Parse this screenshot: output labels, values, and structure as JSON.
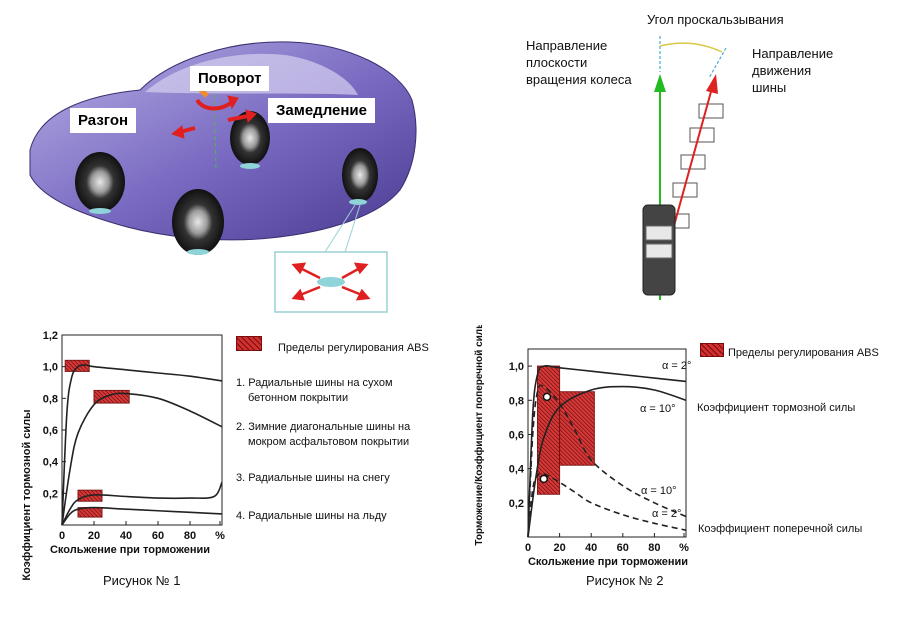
{
  "car": {
    "label_turn": "Поворот",
    "label_accel": "Разгон",
    "label_decel": "Замедление",
    "body_color": "#6a5ca8",
    "force_color": "#e02020",
    "patch_color": "#8fd4d8"
  },
  "slip": {
    "title": "Угол проскальзывания",
    "wheel_plane": [
      "Направление",
      "плоскости",
      "вращения колеса"
    ],
    "tire_direction": [
      "Направление",
      "движения",
      "шины"
    ],
    "wheel_axis_color": "#22bb22",
    "motion_color": "#dd2222",
    "angle_arc_color": "#d8c846"
  },
  "figure1": {
    "caption": "Рисунок № 1",
    "legend_abs": "Пределы регулирования ABS",
    "legend_items": [
      "1. Радиальные шины на сухом",
      "бетонном покрытии",
      "2. Зимние диагональные шины на",
      "мокром асфальтовом покрытии",
      "3. Радиальные шины на снегу",
      "4. Радиальные шины на льду"
    ],
    "chart_data": {
      "type": "line",
      "ylabel": "Коэффициент тормозной силы",
      "xlabel": "Скольжение при торможении",
      "x_ticks": [
        "0",
        "20",
        "40",
        "60",
        "80",
        "%"
      ],
      "y_ticks": [
        "0,2",
        "0,4",
        "0,6",
        "0,8",
        "1,0",
        "1,2"
      ],
      "xlim": [
        0,
        100
      ],
      "ylim": [
        0,
        1.2
      ],
      "series": [
        {
          "x": [
            0,
            3,
            6,
            10,
            15,
            20,
            40,
            60,
            80,
            100
          ],
          "y": [
            0,
            0.7,
            0.93,
            1.0,
            1.01,
            1.0,
            0.98,
            0.96,
            0.94,
            0.91
          ]
        },
        {
          "x": [
            0,
            5,
            10,
            20,
            30,
            40,
            60,
            80,
            100
          ],
          "y": [
            0,
            0.35,
            0.58,
            0.76,
            0.82,
            0.83,
            0.8,
            0.72,
            0.62
          ]
        },
        {
          "x": [
            0,
            5,
            10,
            20,
            40,
            60,
            80,
            95,
            100
          ],
          "y": [
            0,
            0.1,
            0.16,
            0.19,
            0.18,
            0.17,
            0.17,
            0.18,
            0.27
          ]
        },
        {
          "x": [
            0,
            5,
            10,
            20,
            40,
            60,
            80,
            100
          ],
          "y": [
            0,
            0.07,
            0.1,
            0.11,
            0.1,
            0.09,
            0.08,
            0.07
          ]
        }
      ],
      "abs_zones": [
        {
          "x0": 2,
          "x1": 17,
          "y0": 0.97,
          "y1": 1.04
        },
        {
          "x0": 20,
          "x1": 42,
          "y0": 0.77,
          "y1": 0.85
        },
        {
          "x0": 10,
          "x1": 25,
          "y0": 0.15,
          "y1": 0.22
        },
        {
          "x0": 10,
          "x1": 25,
          "y0": 0.05,
          "y1": 0.11
        }
      ]
    }
  },
  "figure2": {
    "caption": "Рисунок № 2",
    "legend_abs": "Пределы регулирования ABS",
    "label_alpha2_top": "α = 2°",
    "label_alpha10_top": "α = 10°",
    "label_braking": "Коэффициент тормозной силы",
    "label_alpha10_bottom": "α = 10°",
    "label_alpha2_bottom": "α = 2°",
    "label_lateral": "Коэффициент поперечной силы",
    "chart_data": {
      "type": "line",
      "ylabel": "Торможение/Коэффициент поперечной силы",
      "xlabel": "Скольжение при торможении",
      "x_ticks": [
        "0",
        "20",
        "40",
        "60",
        "80",
        "%"
      ],
      "y_ticks": [
        "0,2",
        "0,4",
        "0,6",
        "0,8",
        "1,0"
      ],
      "xlim": [
        0,
        100
      ],
      "ylim": [
        0,
        1.1
      ],
      "series": [
        {
          "x": [
            0,
            3,
            6,
            10,
            20,
            40,
            60,
            80,
            100
          ],
          "y": [
            0,
            0.72,
            0.95,
            1.0,
            0.99,
            0.97,
            0.95,
            0.93,
            0.91
          ]
        },
        {
          "x": [
            0,
            5,
            10,
            20,
            40,
            60,
            80,
            100
          ],
          "y": [
            0,
            0.35,
            0.58,
            0.76,
            0.86,
            0.88,
            0.86,
            0.8
          ]
        },
        {
          "x": [
            0,
            3,
            6,
            10,
            20,
            30,
            40,
            60,
            80,
            100
          ],
          "y": [
            0,
            0.6,
            0.85,
            0.88,
            0.78,
            0.62,
            0.45,
            0.3,
            0.2,
            0.12
          ]
        },
        {
          "x": [
            0,
            3,
            6,
            10,
            20,
            30,
            40,
            60,
            80,
            100
          ],
          "y": [
            0,
            0.28,
            0.36,
            0.37,
            0.32,
            0.26,
            0.2,
            0.13,
            0.08,
            0.04
          ]
        }
      ],
      "abs_zones": [
        {
          "x0": 6,
          "x1": 20,
          "y0": 0.25,
          "y1": 1.0
        },
        {
          "x0": 20,
          "x1": 42,
          "y0": 0.42,
          "y1": 0.85
        }
      ],
      "markers": [
        {
          "x": 12,
          "y": 0.82
        },
        {
          "x": 10,
          "y": 0.34
        }
      ]
    }
  }
}
